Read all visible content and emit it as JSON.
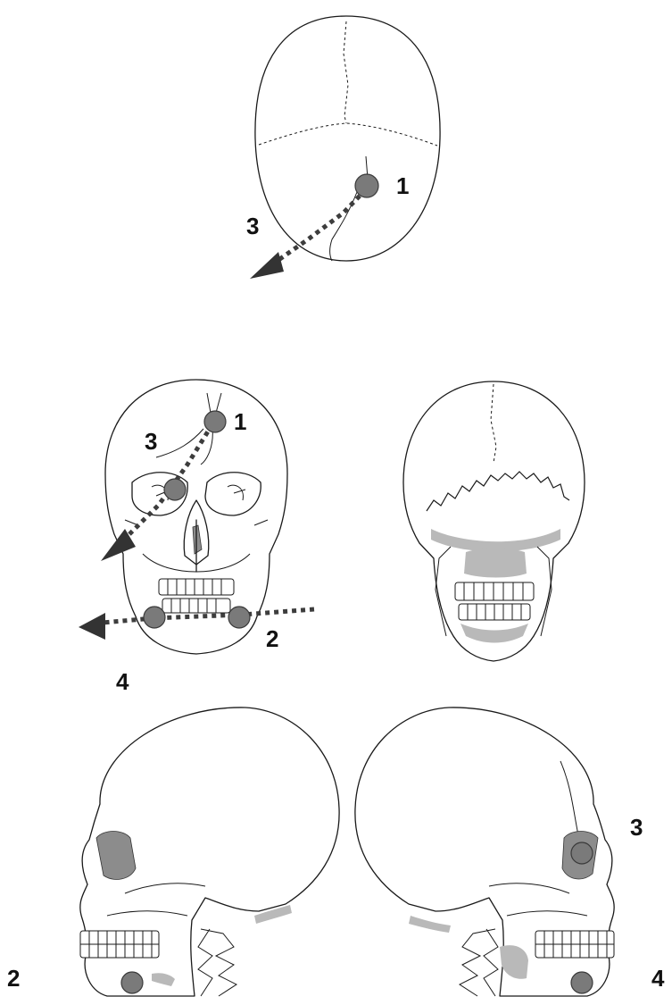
{
  "labels": {
    "top_view": {
      "site": "1",
      "trajectory": "3"
    },
    "front_view": {
      "site_upper": "1",
      "site_orbit": "3",
      "site_mandible": "2",
      "exit": "4"
    },
    "left_lateral": {
      "site": "2"
    },
    "right_lateral": {
      "site_orbit": "3",
      "site_mandible": "4"
    }
  },
  "colors": {
    "line": "#1a1a1a",
    "wound_dot": "#7a7a7a",
    "trajectory": "#3d3d3d",
    "fracture_shading": "#b9b9b9"
  }
}
